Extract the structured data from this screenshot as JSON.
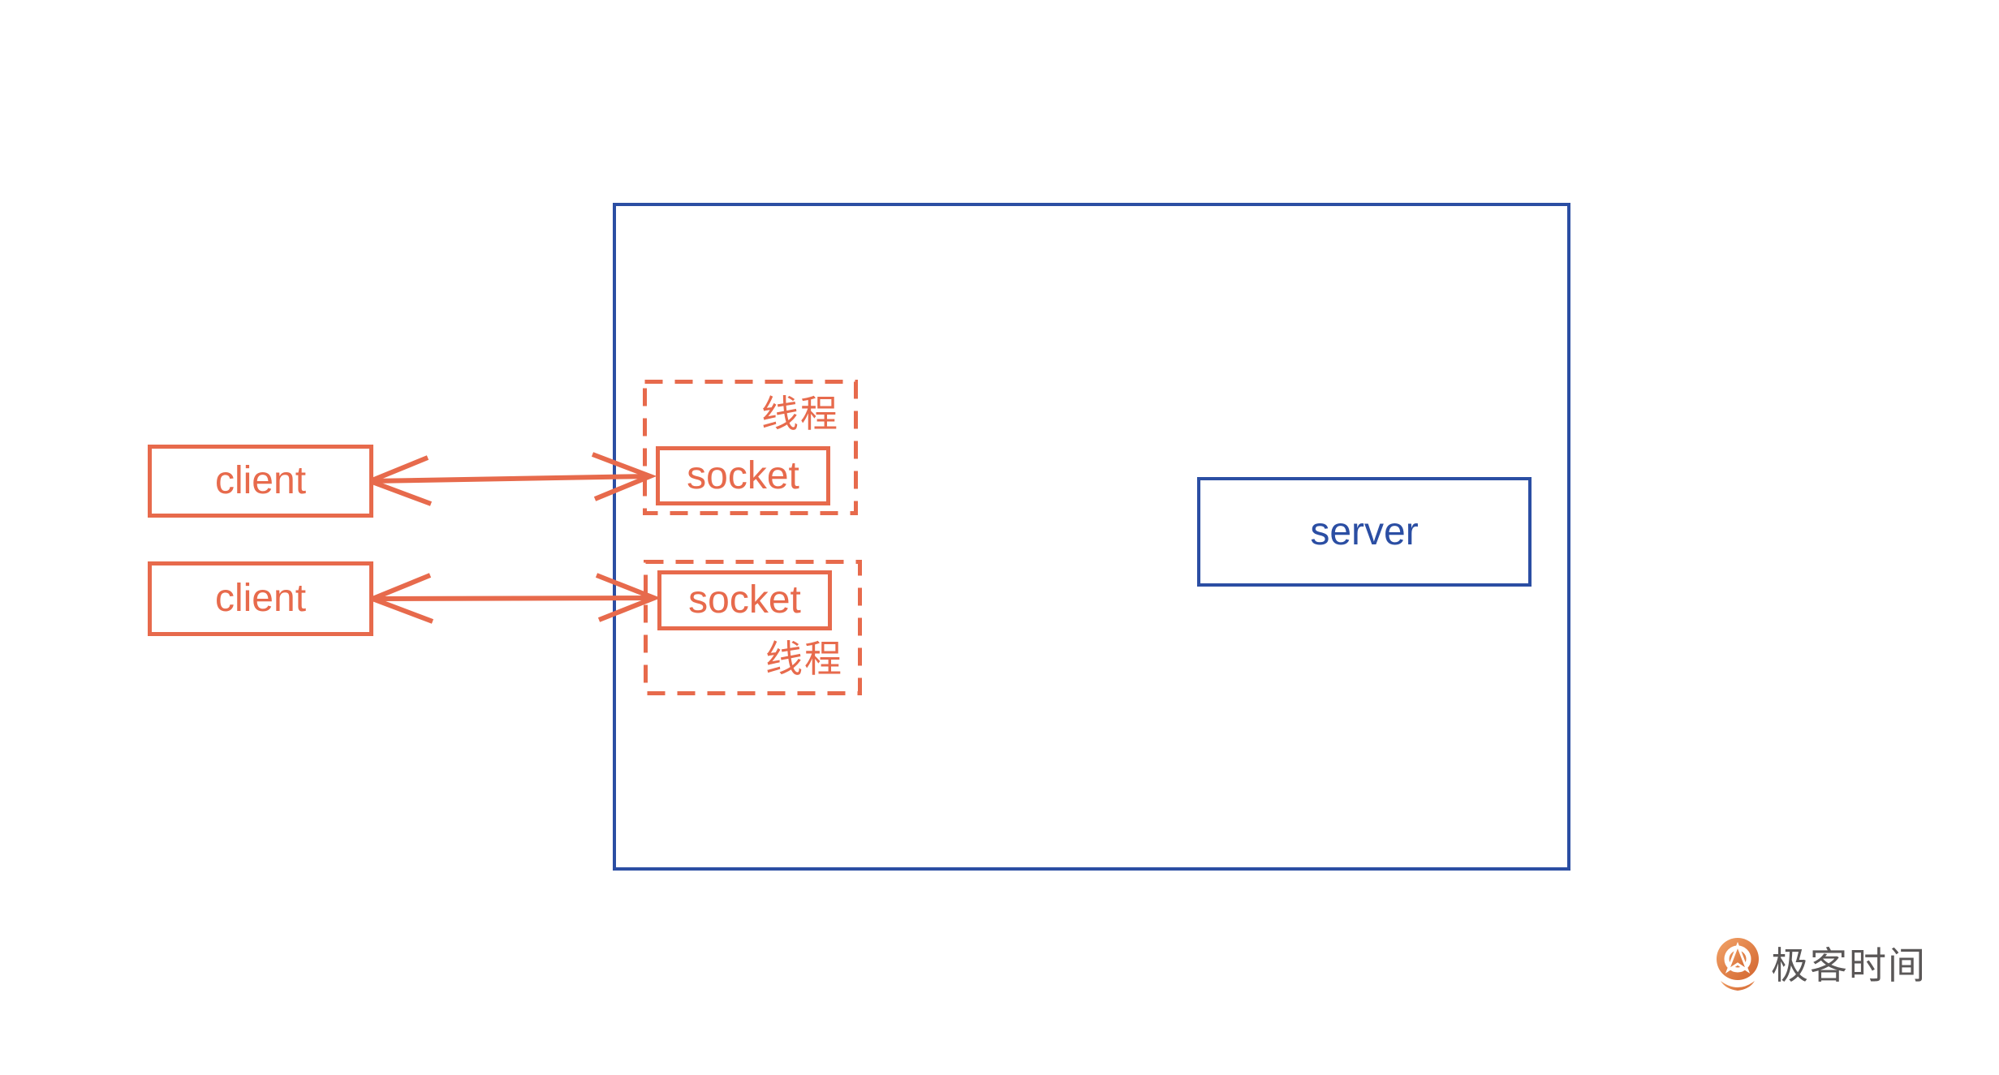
{
  "diagram": {
    "clients": [
      {
        "label": "client"
      },
      {
        "label": "client"
      }
    ],
    "threads": [
      {
        "label": "线程",
        "socket": {
          "label": "socket"
        }
      },
      {
        "label": "线程",
        "socket": {
          "label": "socket"
        }
      }
    ],
    "server": {
      "label": "server"
    },
    "arrows": [
      {
        "from": "client-1",
        "to": "socket-1",
        "bidirectional": true
      },
      {
        "from": "client-2",
        "to": "socket-2",
        "bidirectional": true
      }
    ]
  },
  "colors": {
    "orange": "#E76A4C",
    "blue": "#2B4EA3",
    "logo_text_gray": "#5A5757",
    "logo_orange_light": "#F2A368",
    "logo_orange_dark": "#D2642E"
  },
  "branding": {
    "logo_icon": "geektime-logo-icon",
    "logo_text": "极客时间"
  }
}
